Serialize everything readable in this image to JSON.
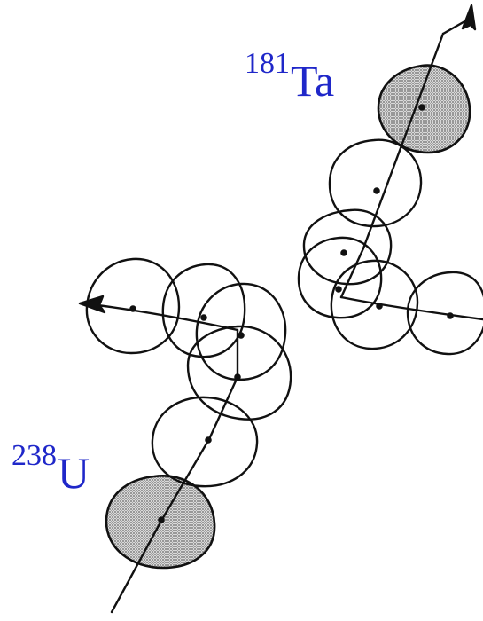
{
  "labels": {
    "ta": {
      "mass": "181",
      "symbol": "Ta"
    },
    "u": {
      "mass": "238",
      "symbol": "U"
    }
  },
  "colors": {
    "label": "#1f27c9",
    "ink": "#111111",
    "shade": "#bdbdbd"
  }
}
